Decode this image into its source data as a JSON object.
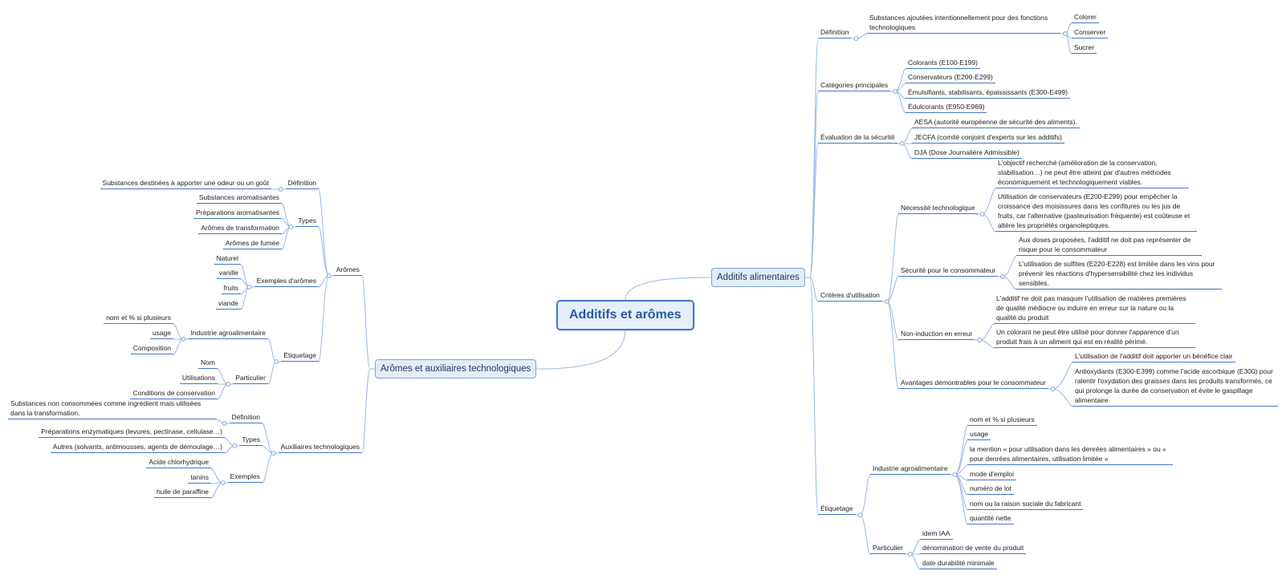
{
  "root": "Additifs et arômes",
  "left": {
    "title": "Arômes et auxiliaires technologiques",
    "aromes": {
      "title": "Arômes",
      "definition": {
        "title": "Définition",
        "text": "Substances destinées à apporter une odeur ou un goût"
      },
      "types": {
        "title": "Types",
        "items": [
          "Substances aromatisantes",
          "Préparations aromatisantes",
          "Arômes de transformation",
          "Arômes de fumée"
        ]
      },
      "exemples": {
        "title": "Exemples d'arômes",
        "items": [
          "Naturel",
          "vanille",
          "fruits",
          "viande"
        ]
      },
      "etiquetage": {
        "title": "Étiquetage",
        "iaa": {
          "title": "Industrie agroalimentaire",
          "items": [
            "nom et % si plusieurs",
            "usage",
            "Composition"
          ]
        },
        "particulier": {
          "title": "Particulier",
          "items": [
            "Nom",
            "Utilisations",
            "Conditions de conservation"
          ]
        }
      }
    },
    "auxiliaires": {
      "title": "Auxiliaires technologiques",
      "definition": {
        "title": "Définition",
        "text": "Substances non consommées comme ingrédient mais utilisées dans la transformation."
      },
      "types": {
        "title": "Types",
        "items": [
          "Préparations enzymatiques (levures, pectinase, cellulase…)",
          "Autres (solvants, antimousses, agents de démoulage…)"
        ]
      },
      "exemples": {
        "title": "Exemples",
        "items": [
          "Acide chlorhydrique",
          "tanins",
          "huile de paraffine"
        ]
      }
    }
  },
  "right": {
    "title": "Additifs alimentaires",
    "definition": {
      "title": "Définition",
      "text": "Substances ajoutées intentionnellement pour des fonctions technologiques",
      "items": [
        "Colorer",
        "Conserver",
        "Sucrer"
      ]
    },
    "categories": {
      "title": "Catégories principales",
      "items": [
        "Colorants (E100-E199)",
        "Conservateurs (E200-E299)",
        "Émulsifiants, stabilisants, épaississants (E300-E499)",
        "Édulcorants (E950-E969)"
      ]
    },
    "evaluation": {
      "title": "Évaluation de la sécurité",
      "items": [
        "AESA (autorité européenne de sécurité des aliments).",
        "JECFA (comité conjoint d'experts sur les additifs)",
        "DJA (Dose Journalière Admissible)"
      ]
    },
    "criteres": {
      "title": "Critères d'utilisation",
      "necessite": {
        "title": "Nécessité technologique",
        "items": [
          "L'objectif recherché (amélioration de la conservation, stabilisation…) ne peut être atteint par d'autres méthodes économiquement et technologiquement viables.",
          "Utilisation de conservateurs (E200-E299) pour empêcher la croissance des moisissures dans les confitures ou les jus de fruits, car l'alternative (pasteurisation fréquente) est coûteuse et altère les propriétés organoleptiques."
        ]
      },
      "securite": {
        "title": "Sécurité pour le consommateur",
        "items": [
          "Aux doses proposées, l'additif ne doit pas représenter de risque pour le consommateur",
          "L'utilisation de sulfites (E220-E228) est limitée dans les vins pour prévenir les réactions d'hypersensibilité chez les individus sensibles."
        ]
      },
      "noninduction": {
        "title": "Non-induction en erreur",
        "items": [
          "L'additif ne doit pas masquer l'utilisation de matières premières de qualité médiocre ou induire en erreur sur la nature ou la qualité du produit",
          "Un colorant ne peut être utilisé pour donner l'apparence d'un produit frais à un aliment qui est en réalité périmé."
        ]
      },
      "avantages": {
        "title": "Avantages démontrables pour le consommateur",
        "items": [
          "L'utilisation de l'additif doit apporter un bénéfice clair",
          "Antioxydants (E300-E399) comme l'acide ascorbique (E300) pour ralentir l'oxydation des graisses dans les produits transformés, ce qui prolonge la durée de conservation et évite le gaspillage alimentaire"
        ]
      }
    },
    "etiquetage": {
      "title": "Étiquetage",
      "iaa": {
        "title": "Industrie agroalimentaire",
        "items": [
          "nom et % si plusieurs",
          "usage",
          "la mention « pour utilisation dans les denrées alimentaires » ou « pour denrées alimentaires, utilisation limitée »",
          "mode d'emploi",
          "numéro de lot",
          "nom ou la raison sociale du fabricant",
          "quantité nette"
        ]
      },
      "particulier": {
        "title": "Particulier",
        "items": [
          "idem IAA",
          "dénomination de vente du produit",
          "date durabilité minimale"
        ]
      }
    }
  }
}
